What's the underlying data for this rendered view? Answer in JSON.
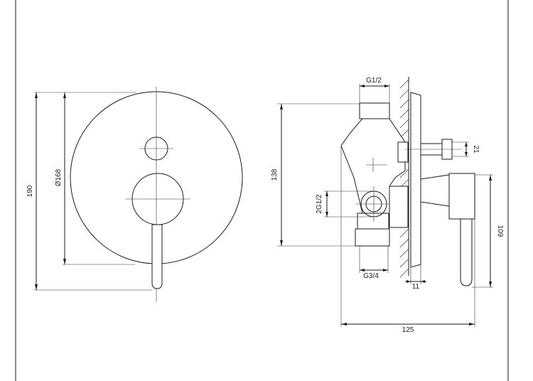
{
  "front_view": {
    "dim_height": "190",
    "dim_diameter": "Ø168"
  },
  "side_view": {
    "dim_top_thread": "G1/2",
    "dim_body_height": "138",
    "dim_side_thread": "2G1/2",
    "dim_bottom_thread": "G3/4",
    "dim_outlet": "21",
    "dim_handle_drop": "109",
    "dim_plate": "11",
    "dim_depth": "125"
  }
}
